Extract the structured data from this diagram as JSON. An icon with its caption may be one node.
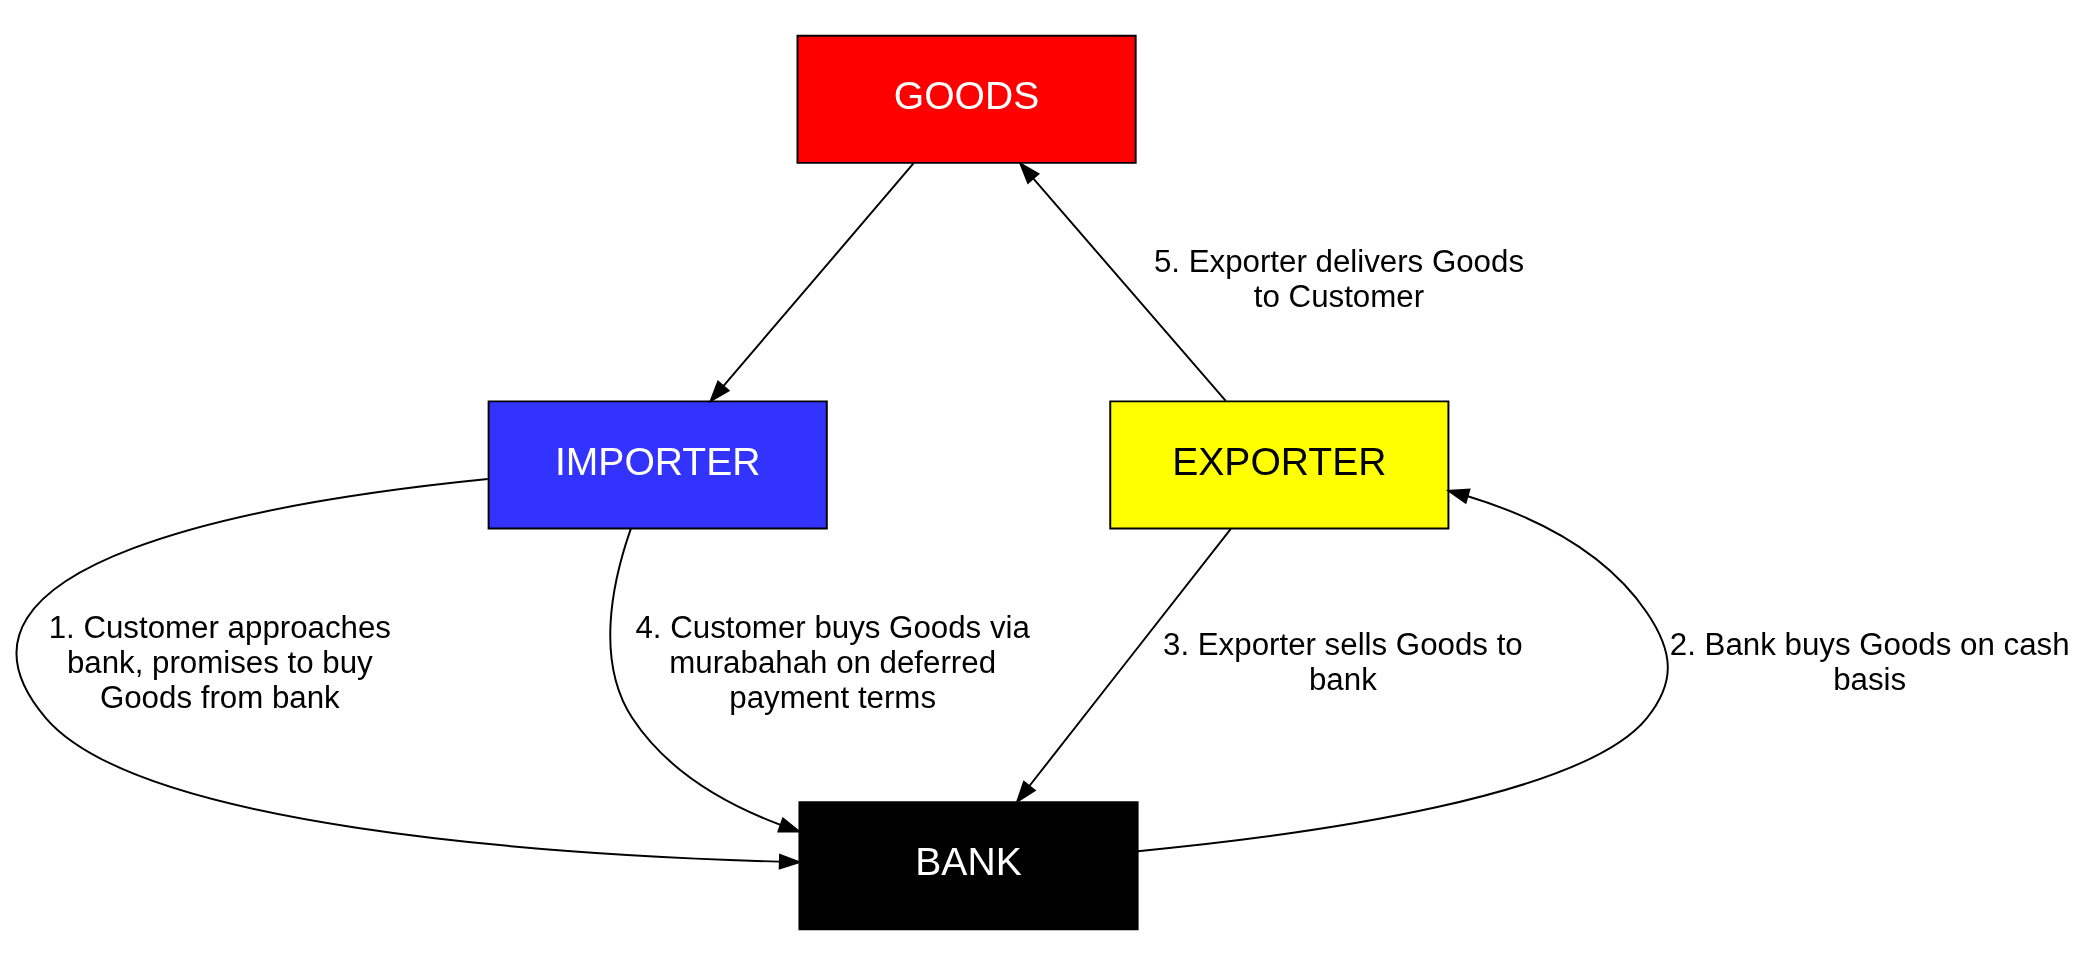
{
  "diagram": {
    "nodes": [
      {
        "text": [
          "GOODS"
        ]
      },
      {
        "text": [
          "IMPORTER"
        ]
      },
      {
        "text": [
          "EXPORTER"
        ]
      },
      {
        "text": [
          "BANK"
        ]
      }
    ],
    "edges": [
      {
        "from": 0,
        "to": 1,
        "arrow": "to"
      },
      {
        "from": 1,
        "to": 3,
        "arrow": "to",
        "label": "1. Customer approaches bank, promises to buy Goods from bank"
      },
      {
        "from": 3,
        "to": 2,
        "arrow": "to",
        "label": "2. Bank buys Goods on cash basis"
      },
      {
        "from": 2,
        "to": 3,
        "arrow": "to",
        "label": "3. Exporter sells Goods to bank"
      },
      {
        "from": 1,
        "to": 3,
        "arrow": "to",
        "label": "4. Customer buys Goods via murabahah on deferred payment terms"
      },
      {
        "from": 2,
        "to": 0,
        "arrow": "to",
        "label": "5. Exporter delivers Goods to Customer"
      }
    ]
  }
}
